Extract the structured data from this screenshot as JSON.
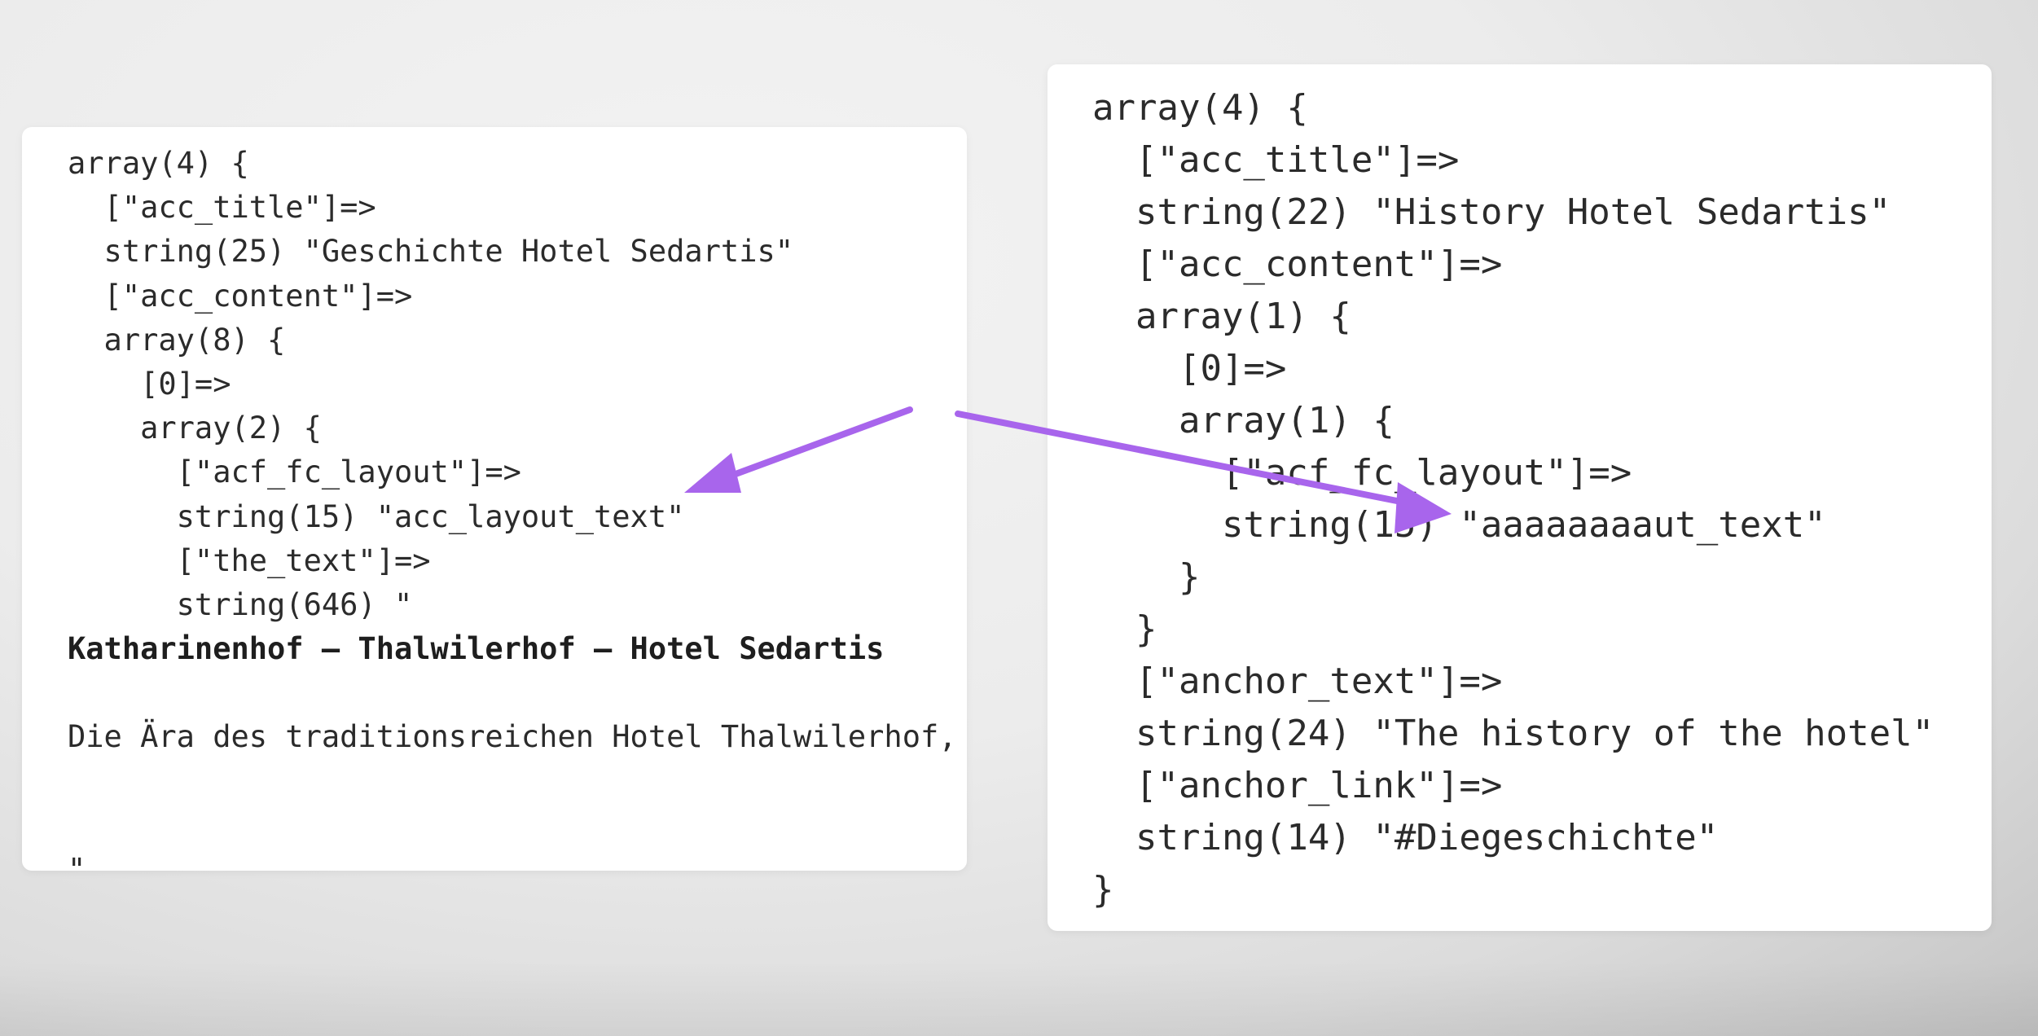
{
  "left_panel": {
    "lines": [
      {
        "text": "array(4) {",
        "bold": false
      },
      {
        "text": "  [\"acc_title\"]=>",
        "bold": false
      },
      {
        "text": "  string(25) \"Geschichte Hotel Sedartis\"",
        "bold": false
      },
      {
        "text": "  [\"acc_content\"]=>",
        "bold": false
      },
      {
        "text": "  array(8) {",
        "bold": false
      },
      {
        "text": "    [0]=>",
        "bold": false
      },
      {
        "text": "    array(2) {",
        "bold": false
      },
      {
        "text": "      [\"acf_fc_layout\"]=>",
        "bold": false
      },
      {
        "text": "      string(15) \"acc_layout_text\"",
        "bold": false
      },
      {
        "text": "      [\"the_text\"]=>",
        "bold": false
      },
      {
        "text": "      string(646) \"",
        "bold": false
      },
      {
        "text": "Katharinenhof – Thalwilerhof – Hotel Sedartis",
        "bold": true
      },
      {
        "text": "",
        "bold": false
      },
      {
        "text": "Die Ära des traditionsreichen Hotel Thalwilerhof,",
        "bold": false
      },
      {
        "text": "",
        "bold": false
      },
      {
        "text": "",
        "bold": false
      },
      {
        "text": "\"",
        "bold": false
      }
    ]
  },
  "right_panel": {
    "lines": [
      "array(4) {",
      "  [\"acc_title\"]=>",
      "  string(22) \"History Hotel Sedartis\"",
      "  [\"acc_content\"]=>",
      "  array(1) {",
      "    [0]=>",
      "    array(1) {",
      "      [\"acf_fc_layout\"]=>",
      "      string(15) \"aaaaaaaaut_text\"",
      "    }",
      "  }",
      "  [\"anchor_text\"]=>",
      "  string(24) \"The history of the hotel\"",
      "  [\"anchor_link\"]=>",
      "  string(14) \"#Diegeschichte\"",
      "}"
    ]
  },
  "colors": {
    "arrow": "#a865ec",
    "panel_bg": "#ffffff",
    "code_text": "#2b2b2b"
  }
}
